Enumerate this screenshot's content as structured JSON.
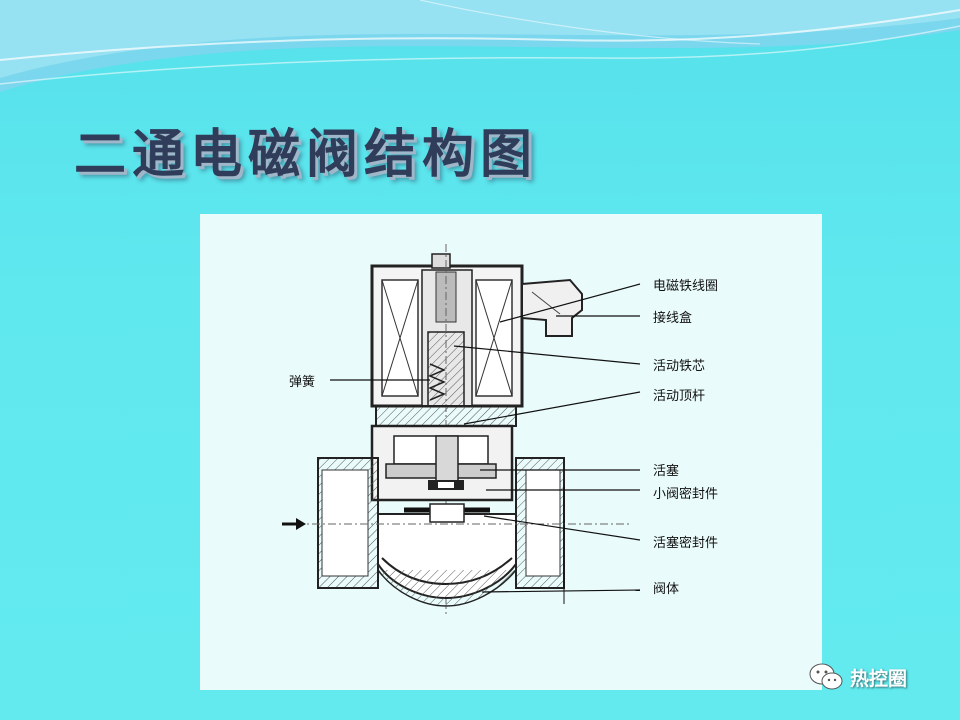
{
  "slide": {
    "title": "二通电磁阀结构图"
  },
  "diagram": {
    "labels": {
      "coil": "电磁铁线圈",
      "junction_box": "接线盒",
      "moving_core": "活动铁芯",
      "push_rod": "活动顶杆",
      "spring": "弹簧",
      "piston": "活塞",
      "small_valve_seal": "小阀密封件",
      "piston_seal": "活塞密封件",
      "valve_body": "阀体"
    }
  },
  "watermark": {
    "text": "热控圈",
    "icon": "wechat-icon"
  },
  "colors": {
    "background": "#5ee6ec",
    "panel": "#eafbfb",
    "title": "#2f3d5a"
  }
}
